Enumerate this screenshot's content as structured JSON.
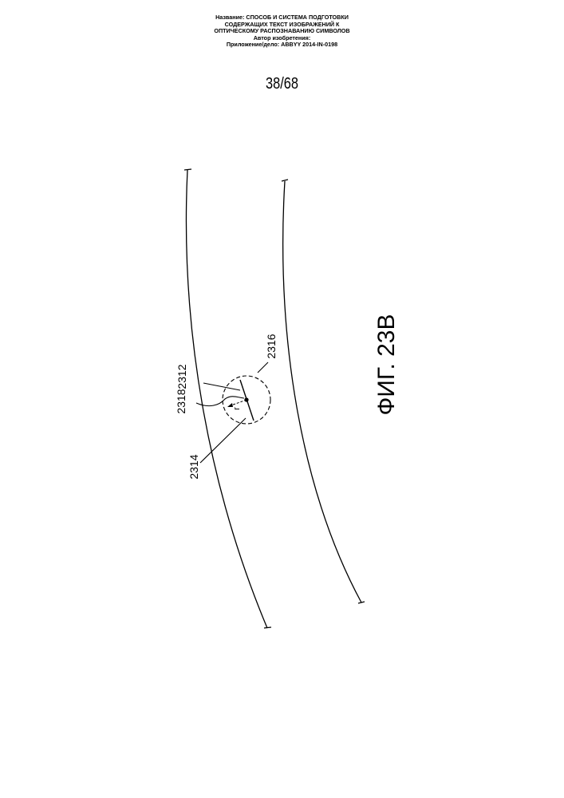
{
  "header": {
    "title_line1": "Название:  СПОСОБ И СИСТЕМА ПОДГОТОВКИ",
    "title_line2": "СОДЕРЖАЩИХ ТЕКСТ ИЗОБРАЖЕНИЙ К",
    "title_line3": "ОПТИЧЕСКОМУ РАСПОЗНАВАНИЮ СИМВОЛОВ",
    "author": "Автор изобретения:",
    "application": "Приложение/дело:  ABBYY 2014-IN-0198"
  },
  "page_number": "38/68",
  "figure": {
    "caption": "ФИГ. 23B",
    "labels": {
      "l2312": "2312",
      "l2316": "2316",
      "l2318": "2318",
      "l2314": "2314",
      "radius": "r"
    }
  }
}
